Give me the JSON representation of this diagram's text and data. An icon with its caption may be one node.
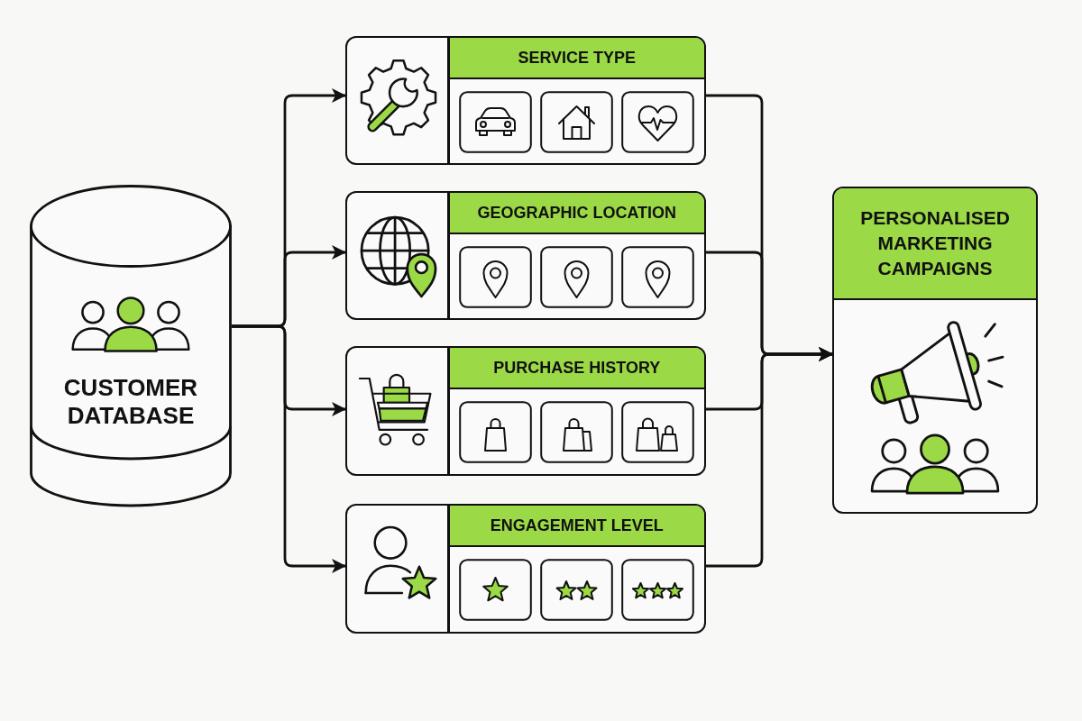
{
  "diagram": {
    "nodes": [
      {
        "text": [
          "CUSTOMER DATABASE"
        ]
      },
      {
        "text": [
          "SERVICE TYPE"
        ]
      },
      {
        "text": [
          "GEOGRAPHIC LOCATION"
        ]
      },
      {
        "text": [
          "PURCHASE HISTORY"
        ]
      },
      {
        "text": [
          "ENGAGEMENT LEVEL"
        ]
      },
      {
        "text": [
          "PERSONALISED MARKETING CAMPAIGNS"
        ]
      }
    ],
    "edges": [
      {
        "from": 0,
        "to": 1,
        "arrow": "to"
      },
      {
        "from": 0,
        "to": 2,
        "arrow": "to"
      },
      {
        "from": 0,
        "to": 3,
        "arrow": "to"
      },
      {
        "from": 0,
        "to": 4,
        "arrow": "to"
      },
      {
        "from": 1,
        "to": 5,
        "arrow": "to"
      },
      {
        "from": 2,
        "to": 5,
        "arrow": "to"
      },
      {
        "from": 3,
        "to": 5,
        "arrow": "to"
      },
      {
        "from": 4,
        "to": 5,
        "arrow": "to"
      }
    ]
  }
}
